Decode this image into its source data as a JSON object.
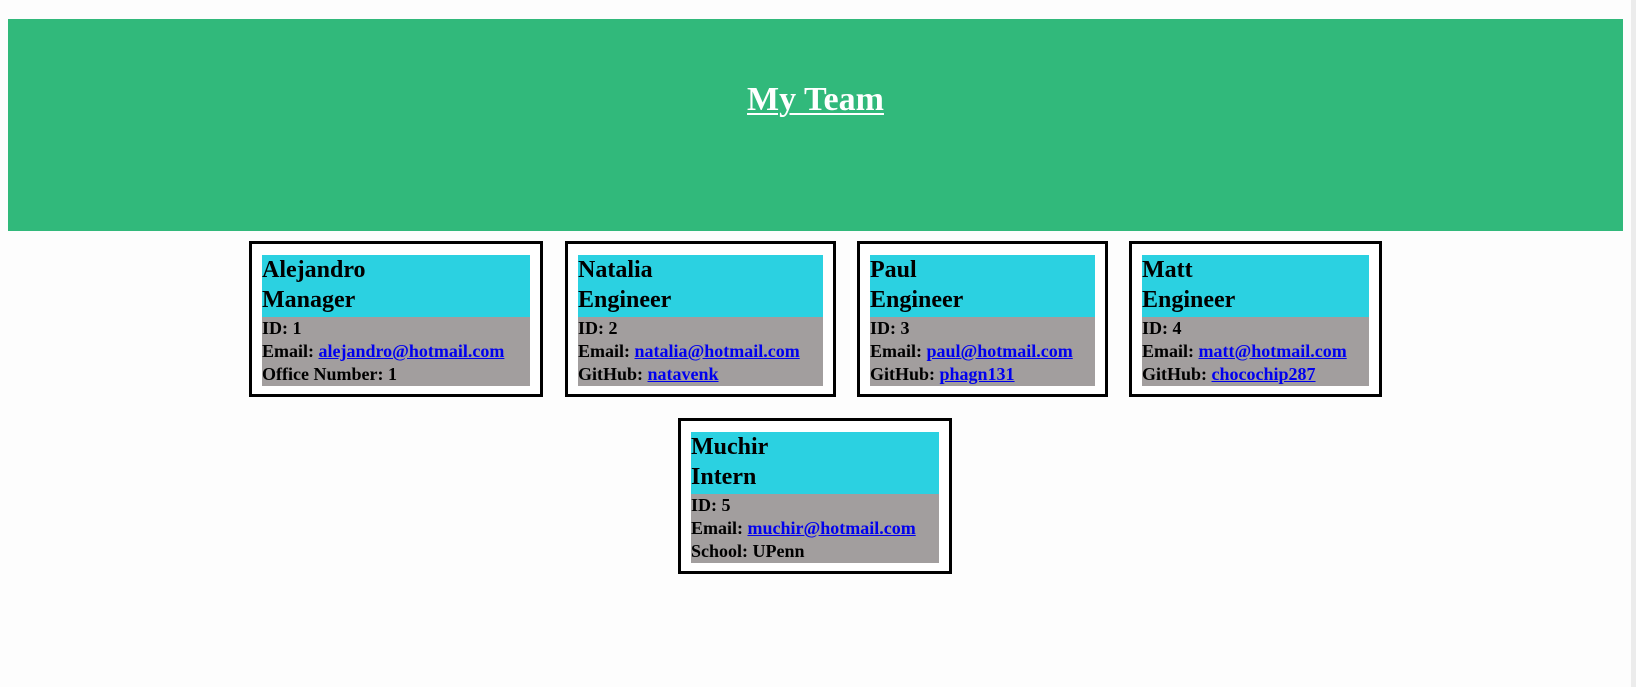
{
  "header": {
    "title": "My Team"
  },
  "colors": {
    "header_bg": "#31b97b",
    "card_head_bg": "#2bd1e1",
    "card_body_bg": "#a29e9e",
    "link": "#0000ee"
  },
  "team": [
    {
      "name": "Alejandro",
      "role": "Manager",
      "id_label": "ID:",
      "id": "1",
      "email_label": "Email:",
      "email": "alejandro@hotmail.com",
      "extra_label": "Office Number:",
      "extra": "1"
    },
    {
      "name": "Natalia",
      "role": "Engineer",
      "id_label": "ID:",
      "id": "2",
      "email_label": "Email:",
      "email": "natalia@hotmail.com",
      "extra_label": "GitHub:",
      "extra": "natavenk"
    },
    {
      "name": "Paul",
      "role": "Engineer",
      "id_label": "ID:",
      "id": "3",
      "email_label": "Email:",
      "email": "paul@hotmail.com",
      "extra_label": "GitHub:",
      "extra": "phagn131"
    },
    {
      "name": "Matt",
      "role": "Engineer",
      "id_label": "ID:",
      "id": "4",
      "email_label": "Email:",
      "email": "matt@hotmail.com",
      "extra_label": "GitHub:",
      "extra": "chocochip287"
    },
    {
      "name": "Muchir",
      "role": "Intern",
      "id_label": "ID:",
      "id": "5",
      "email_label": "Email:",
      "email": "muchir@hotmail.com",
      "extra_label": "School:",
      "extra": "UPenn"
    }
  ]
}
